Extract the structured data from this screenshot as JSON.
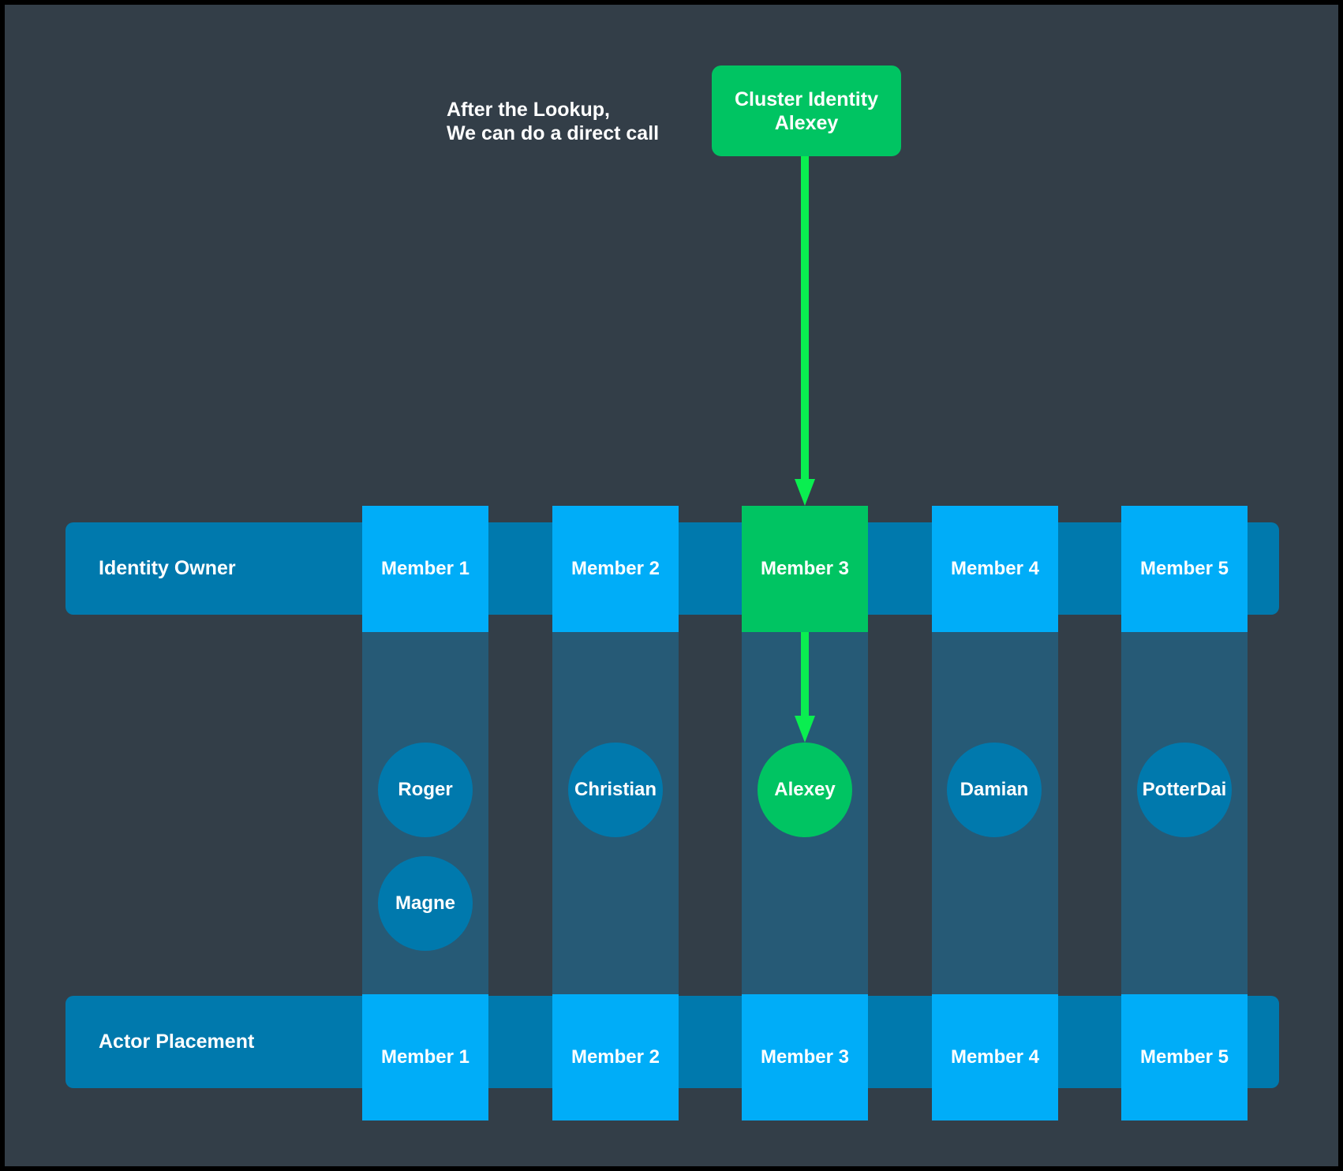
{
  "annotation": {
    "line1": "After the Lookup,",
    "line2": "We can do a direct call"
  },
  "cluster_identity_box": {
    "title": "Cluster Identity",
    "name": "Alexey"
  },
  "identity_owner": {
    "label": "Identity Owner"
  },
  "actor_placement": {
    "label": "Actor Placement"
  },
  "members_top": [
    {
      "label": "Member 1",
      "highlighted": false
    },
    {
      "label": "Member 2",
      "highlighted": false
    },
    {
      "label": "Member 3",
      "highlighted": true
    },
    {
      "label": "Member 4",
      "highlighted": false
    },
    {
      "label": "Member 5",
      "highlighted": false
    }
  ],
  "members_bottom": [
    {
      "label": "Member 1"
    },
    {
      "label": "Member 2"
    },
    {
      "label": "Member 3"
    },
    {
      "label": "Member 4"
    },
    {
      "label": "Member 5"
    }
  ],
  "actors": [
    {
      "name": "Roger",
      "highlighted": false
    },
    {
      "name": "Magne",
      "highlighted": false
    },
    {
      "name": "Christian",
      "highlighted": false
    },
    {
      "name": "Alexey",
      "highlighted": true
    },
    {
      "name": "Damian",
      "highlighted": false
    },
    {
      "name": "PotterDai",
      "highlighted": false
    }
  ],
  "colors": {
    "background": "#333E48",
    "band_blue": "#0079AD",
    "member_blue": "#00ADF8",
    "highlight_green": "#00C462",
    "arrow_green": "#0AEE50",
    "column_overlay": "rgba(0,174,255,0.25)",
    "text": "#FFFFFF"
  }
}
